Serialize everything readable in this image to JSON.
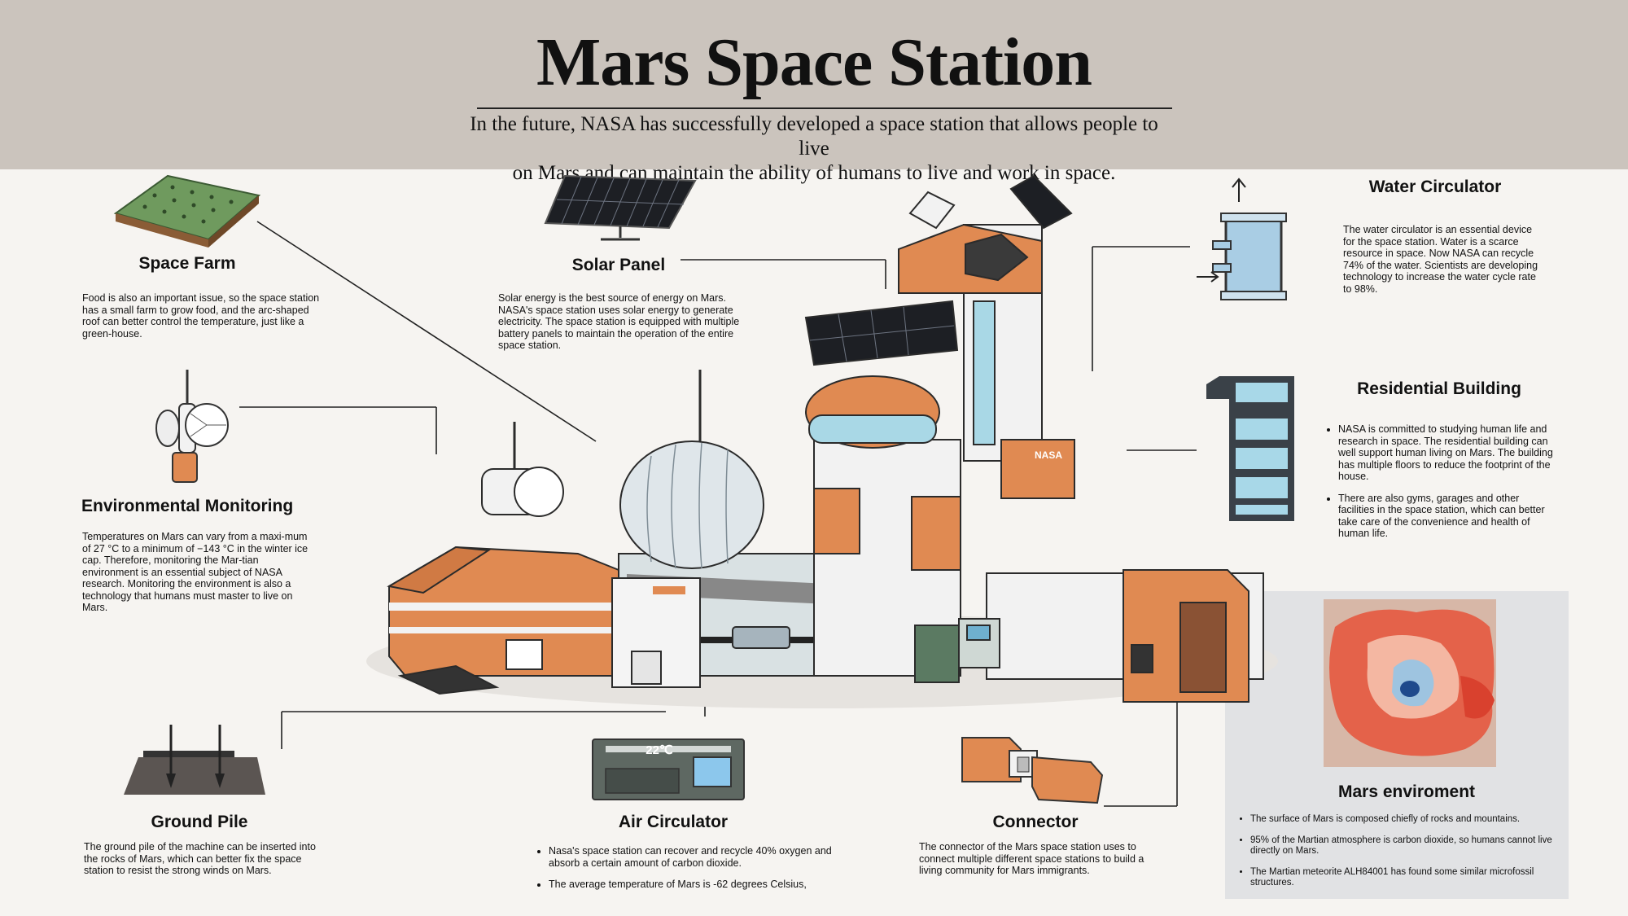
{
  "header": {
    "title": "Mars Space Station",
    "subtitle_line1": "In the future, NASA has successfully developed a space station that allows people to live",
    "subtitle_line2": "on Mars and can maintain the ability of humans to live and work in space."
  },
  "sections": {
    "space_farm": {
      "heading": "Space Farm",
      "text": "Food is also an important issue, so the space station has a small farm to grow food, and the arc-shaped roof can better control the temperature, just like a green-house."
    },
    "solar_panel": {
      "heading": "Solar Panel",
      "text": "Solar energy is the best source of energy on Mars. NASA's space station uses solar energy to generate electricity. The space station is equipped with multiple battery panels to maintain the operation of the entire space station."
    },
    "water_circulator": {
      "heading": "Water Circulator",
      "text": "The water circulator is an essential device for the space station. Water is a scarce resource in space. Now NASA can recycle 74% of the water. Scientists are developing technology to increase the water cycle rate to 98%."
    },
    "environmental_monitoring": {
      "heading": "Environmental Monitoring",
      "text": "Temperatures on Mars can vary from a maxi-mum of 27 °C to a minimum of −143 °C in the winter ice cap. Therefore, monitoring the Mar-tian environment is an essential subject of NASA research. Monitoring the environment is also a technology that humans must master to live on Mars."
    },
    "residential_building": {
      "heading": "Residential Building",
      "bullets": [
        "NASA is committed to studying human life and research in space. The residential building can well support human living on Mars. The building has multiple floors to reduce the footprint of the house.",
        "There are also gyms, garages and other facilities in the space station, which can better take care of the convenience and health of human life."
      ]
    },
    "ground_pile": {
      "heading": "Ground Pile",
      "text": "The ground pile of the machine can be inserted into the rocks of Mars, which can better fix the space station to resist the strong winds on Mars."
    },
    "air_circulator": {
      "heading": "Air Circulator",
      "bullets": [
        "Nasa's space station can recover and recycle 40% oxygen and absorb a certain amount of carbon dioxide.",
        "The average temperature of Mars is -62 degrees Celsius,"
      ],
      "display_reading": "22℃"
    },
    "connector": {
      "heading": "Connector",
      "text": "The connector of the Mars space station uses to connect multiple different space stations to build a living community for Mars immigrants."
    },
    "mars_environment": {
      "heading": "Mars enviroment",
      "bullets": [
        "The surface of Mars is composed chiefly of rocks and mountains.",
        "95% of the Martian atmosphere is carbon dioxide, so humans cannot live directly on Mars.",
        "The Martian meteorite ALH84001 has found some similar microfossil structures."
      ]
    }
  },
  "station_labels": {
    "nasa_logo_text": "NASA"
  },
  "colors": {
    "header_bg": "#cbc4bd",
    "station_orange": "#e08a52",
    "station_white": "#f2f2f2",
    "glass_blue": "#a9d8e6",
    "farm_green": "#6f9a5e",
    "mars_map_red": "#d9412e"
  }
}
